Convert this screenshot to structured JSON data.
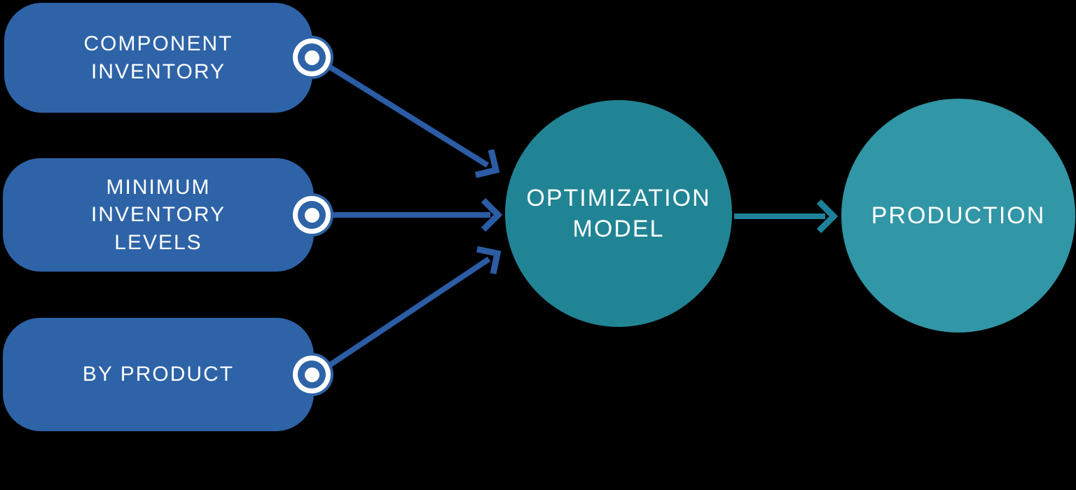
{
  "diagram": {
    "background": "#000000",
    "colors": {
      "box_blue": "#2E63A7",
      "arrow_blue": "#2B5CA4",
      "model_teal": "#218495",
      "production_teal": "#3196A6",
      "arrow_teal": "#1D8299",
      "text": "#FFFFFF"
    },
    "inputs": [
      {
        "id": "component-inventory",
        "label": "COMPONENT\nINVENTORY",
        "color": "#2E63A7"
      },
      {
        "id": "minimum-inventory-levels",
        "label": "MINIMUM\nINVENTORY\nLEVELS",
        "color": "#2E63A7"
      },
      {
        "id": "by-product",
        "label": "BY PRODUCT",
        "color": "#2E63A7"
      }
    ],
    "process": {
      "id": "optimization-model",
      "label": "OPTIMIZATION\nMODEL",
      "color": "#218495"
    },
    "output": {
      "id": "production",
      "label": "PRODUCTION",
      "color": "#3196A6"
    }
  }
}
